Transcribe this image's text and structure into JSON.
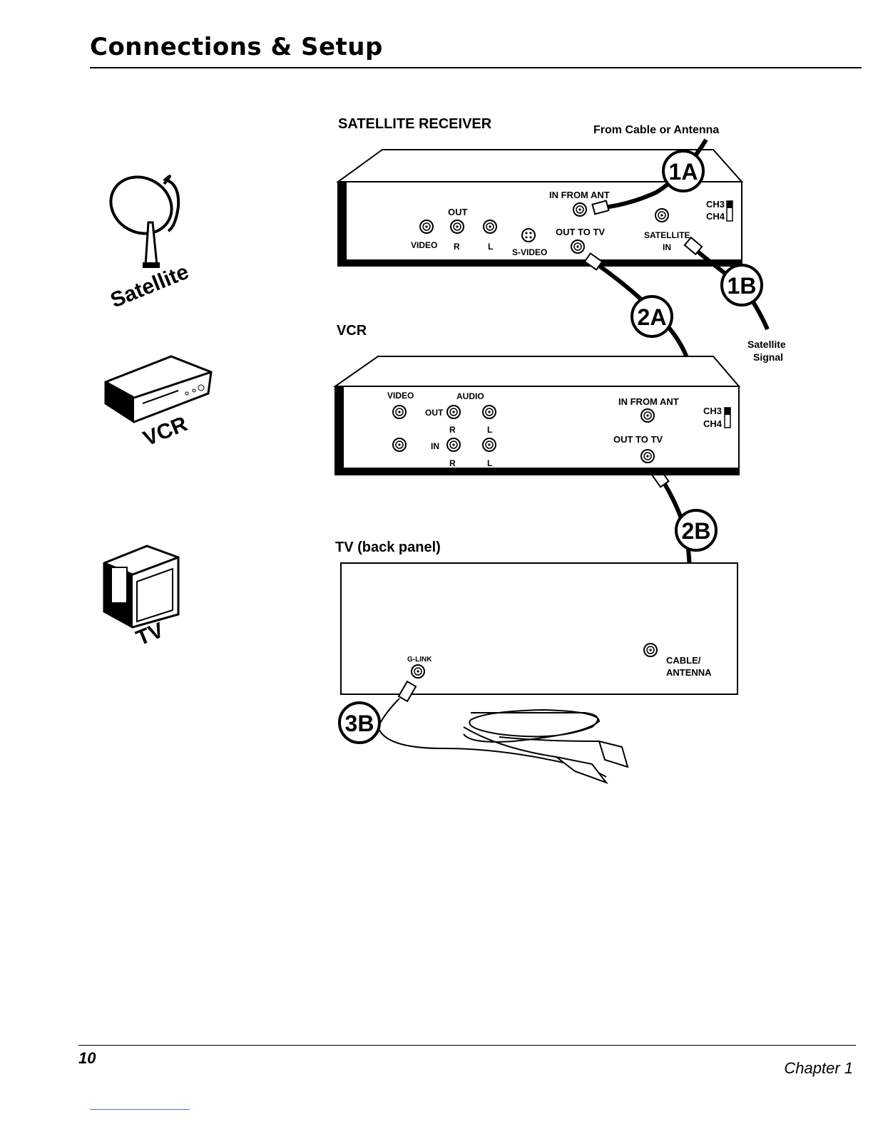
{
  "header": {
    "title": "Connections & Setup"
  },
  "footer": {
    "page_number": "10",
    "chapter": "Chapter 1"
  },
  "icons": {
    "satellite": "Satellite",
    "vcr": "VCR",
    "tv": "TV"
  },
  "satellite_receiver": {
    "title": "SATELLITE RECEIVER",
    "source": "From Cable or Antenna",
    "out": "OUT",
    "video": "VIDEO",
    "r": "R",
    "l": "L",
    "s_video": "S-VIDEO",
    "in_from_ant": "IN FROM ANT",
    "out_to_tv": "OUT TO TV",
    "satellite_in_1": "SATELLITE",
    "satellite_in_2": "IN",
    "ch3": "CH3",
    "ch4": "CH4",
    "signal_1": "Satellite",
    "signal_2": "Signal"
  },
  "vcr": {
    "title": "VCR",
    "video": "VIDEO",
    "audio": "AUDIO",
    "out": "OUT",
    "in": "IN",
    "r": "R",
    "l": "L",
    "in_from_ant": "IN FROM ANT",
    "out_to_tv": "OUT TO TV",
    "ch3": "CH3",
    "ch4": "CH4"
  },
  "tv": {
    "title": "TV (back panel)",
    "g_link": "G-LINK",
    "cable_1": "CABLE/",
    "cable_2": "ANTENNA"
  },
  "steps": {
    "s1a": "1A",
    "s1b": "1B",
    "s2a": "2A",
    "s2b": "2B",
    "s3b": "3B"
  }
}
